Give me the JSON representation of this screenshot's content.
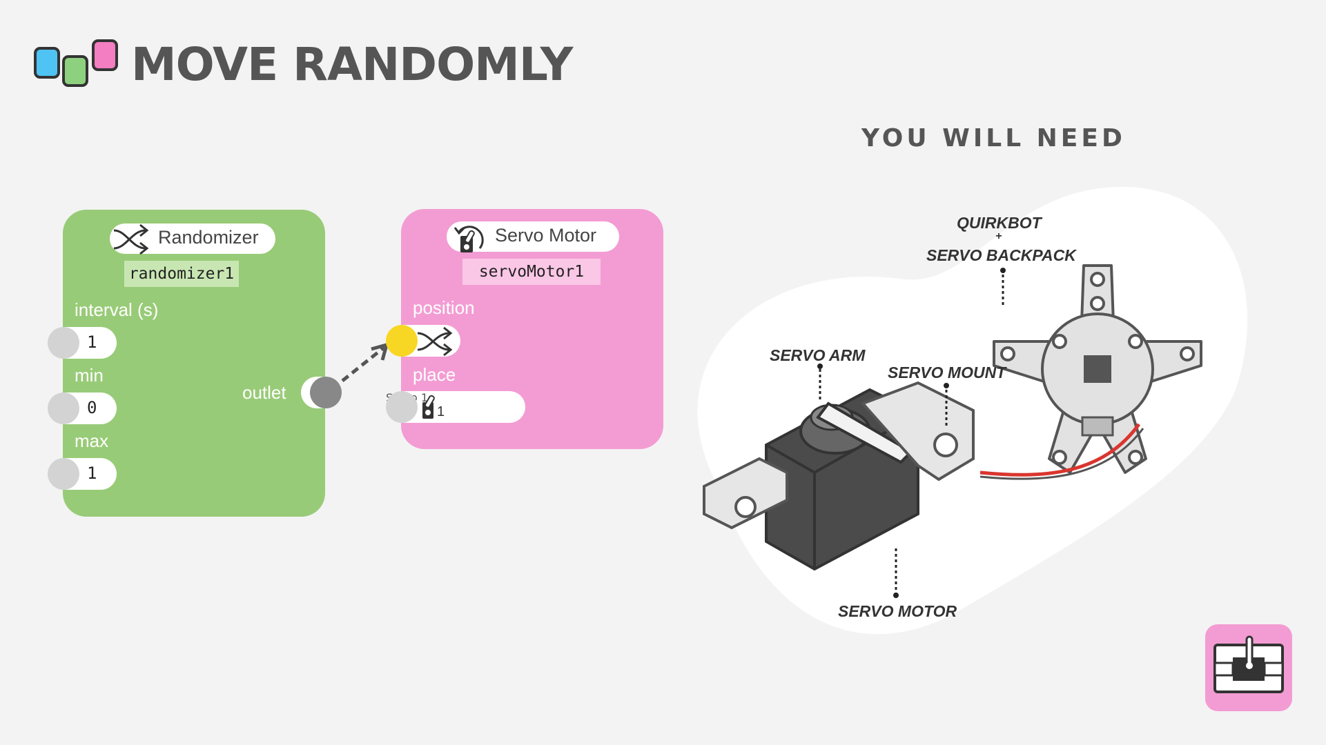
{
  "header": {
    "title": "MOVE RANDOMLY",
    "you_will_need": "YOU WILL NEED",
    "logo_colors": [
      "#4fc3f3",
      "#8dd17f",
      "#f37ec1"
    ]
  },
  "nodes": {
    "randomizer": {
      "type_label": "Randomizer",
      "instance_id": "randomizer1",
      "icon": "shuffle-icon",
      "inputs": [
        {
          "label": "interval (s)",
          "value": "1"
        },
        {
          "label": "min",
          "value": "0"
        },
        {
          "label": "max",
          "value": "1"
        }
      ],
      "output_label": "outlet",
      "color": "#98cb77"
    },
    "servo_motor": {
      "type_label": "Servo Motor",
      "instance_id": "servoMotor1",
      "icon": "servo-motor-icon",
      "inputs": [
        {
          "label": "position",
          "connected_icon": "shuffle-icon"
        },
        {
          "label": "place",
          "value": "Servo 1",
          "icon": "servo-1-icon"
        }
      ],
      "color": "#f39cd3"
    }
  },
  "parts": {
    "quirkbot": "QUIRKBOT",
    "plus": "+",
    "servo_backpack": "SERVO BACKPACK",
    "servo_arm": "SERVO ARM",
    "servo_mount": "SERVO MOUNT",
    "servo_motor": "SERVO MOTOR"
  }
}
